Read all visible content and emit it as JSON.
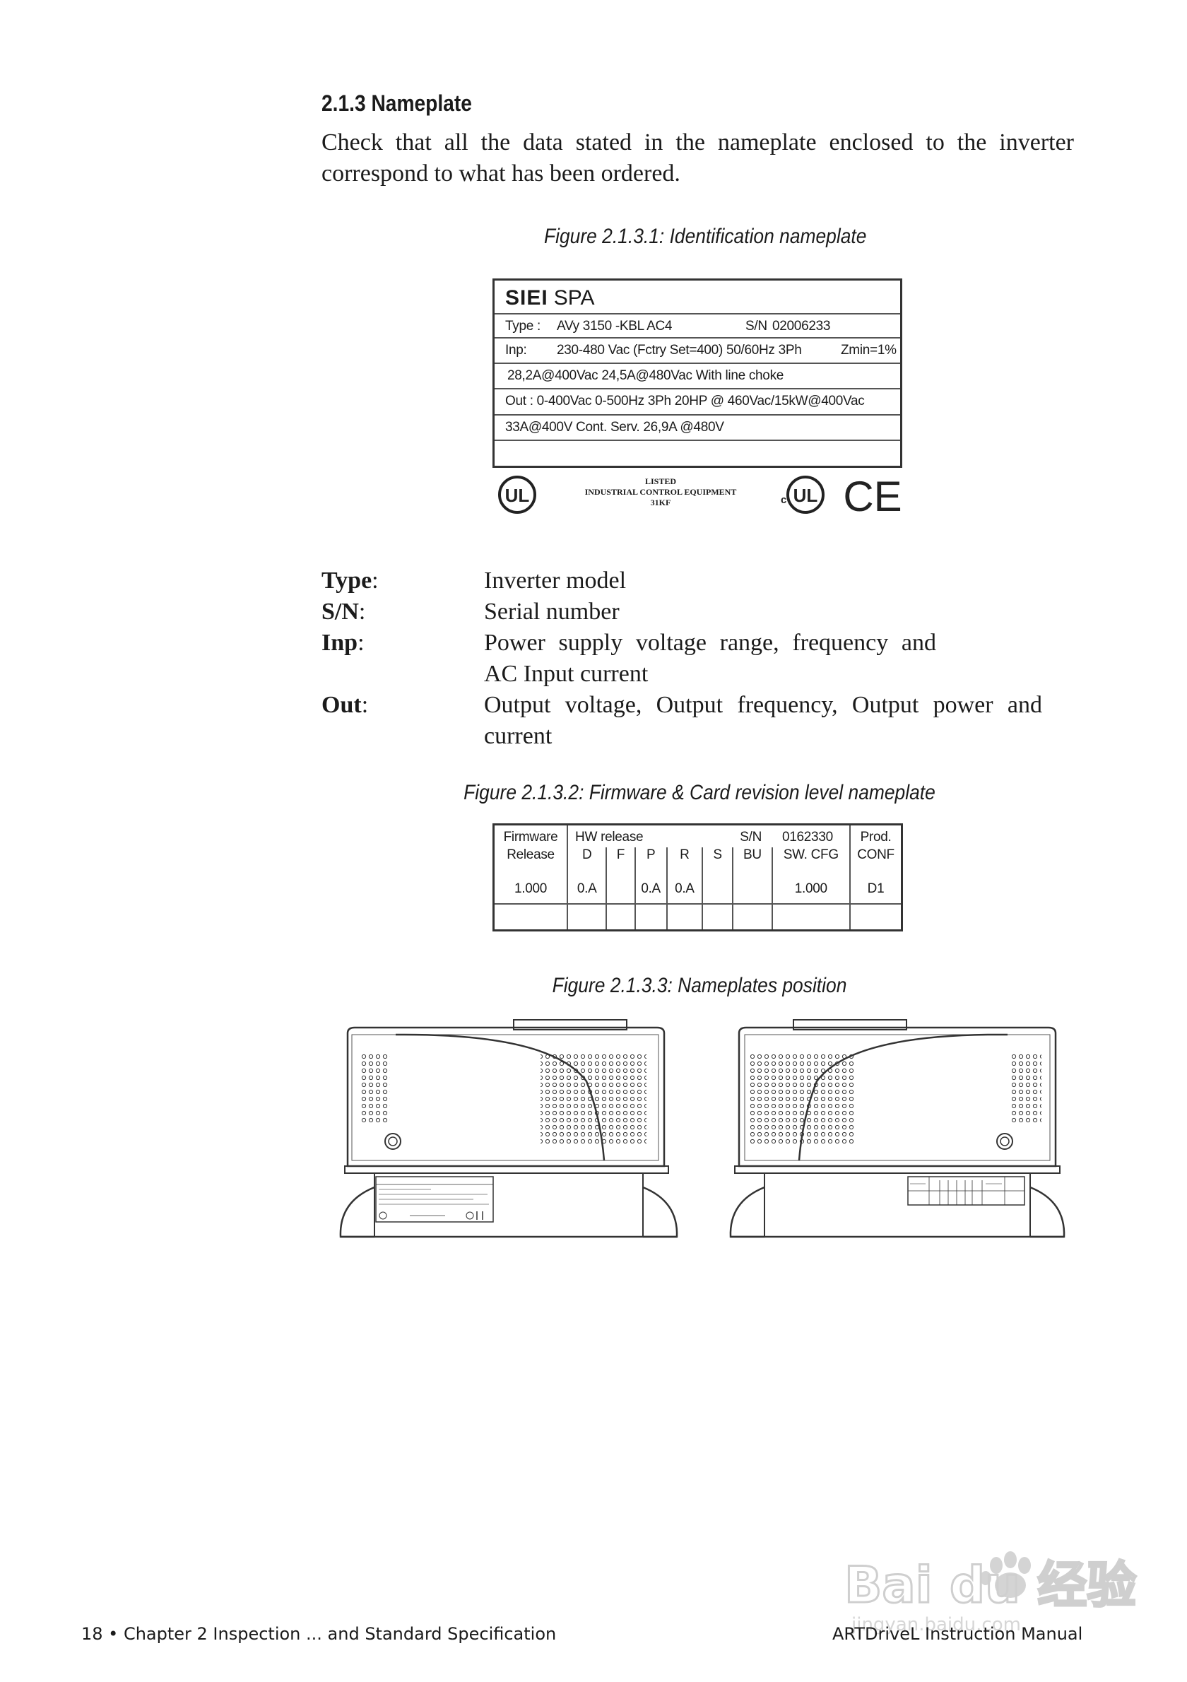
{
  "section": {
    "title": "2.1.3 Nameplate",
    "intro": "Check that all the data stated in the nameplate enclosed to the inverter correspond to what has been ordered."
  },
  "figure1": {
    "caption": "Figure 2.1.3.1: Identification nameplate",
    "brand_bold": "SIEI",
    "brand_rest": "SPA",
    "type_label": "Type :",
    "type_value": "AVy 3150 -KBL  AC4",
    "sn_label": "S/N",
    "sn_value": "02006233",
    "inp_label": "Inp:",
    "inp_value": "230-480 Vac  (Fctry Set=400)  50/60Hz  3Ph",
    "zmin": "Zmin=1%",
    "current_line": "28,2A@400Vac     24,5A@480Vac  With  line  choke",
    "out_line": "Out :  0-400Vac  0-500Hz  3Ph   20HP @ 460Vac/15kW@400Vac",
    "cont_line": "33A@400V  Cont. Serv.   26,9A @480V",
    "listed_1": "LISTED",
    "listed_2": "INDUSTRIAL CONTROL EQUIPMENT",
    "listed_3": "31KF",
    "ul_mark": "UL",
    "cul_c": "c",
    "ce_mark": "CE"
  },
  "definitions": [
    {
      "term": "Type",
      "desc": "Inverter model"
    },
    {
      "term": "S/N",
      "desc": "Serial number"
    },
    {
      "term": "Inp",
      "desc": "Power supply voltage range, frequency and AC Input current"
    },
    {
      "term": "Out",
      "desc": "Output voltage, Output frequency, Output power and current"
    }
  ],
  "figure2": {
    "caption": "Figure 2.1.3.2: Firmware & Card revision level nameplate",
    "firmware": "Firmware",
    "release": "Release",
    "hw_release": "HW release",
    "sn_label": "S/N",
    "sn_value": "0162330",
    "prod": "Prod.",
    "conf": "CONF",
    "headers": [
      "D",
      "F",
      "P",
      "R",
      "S",
      "BU",
      "SW. CFG"
    ],
    "values": [
      "1.000",
      "0.A",
      "",
      "0.A",
      "0.A",
      "",
      "",
      "1.000",
      "D1"
    ]
  },
  "figure3": {
    "caption": "Figure 2.1.3.3: Nameplates position"
  },
  "footer": {
    "left": "18 • Chapter 2  Inspection  ... and Standard Specification",
    "right": "ARTDriveL Instruction Manual"
  },
  "watermark": {
    "text": "Bai du 经验",
    "url": "jingyan.baidu.com"
  }
}
